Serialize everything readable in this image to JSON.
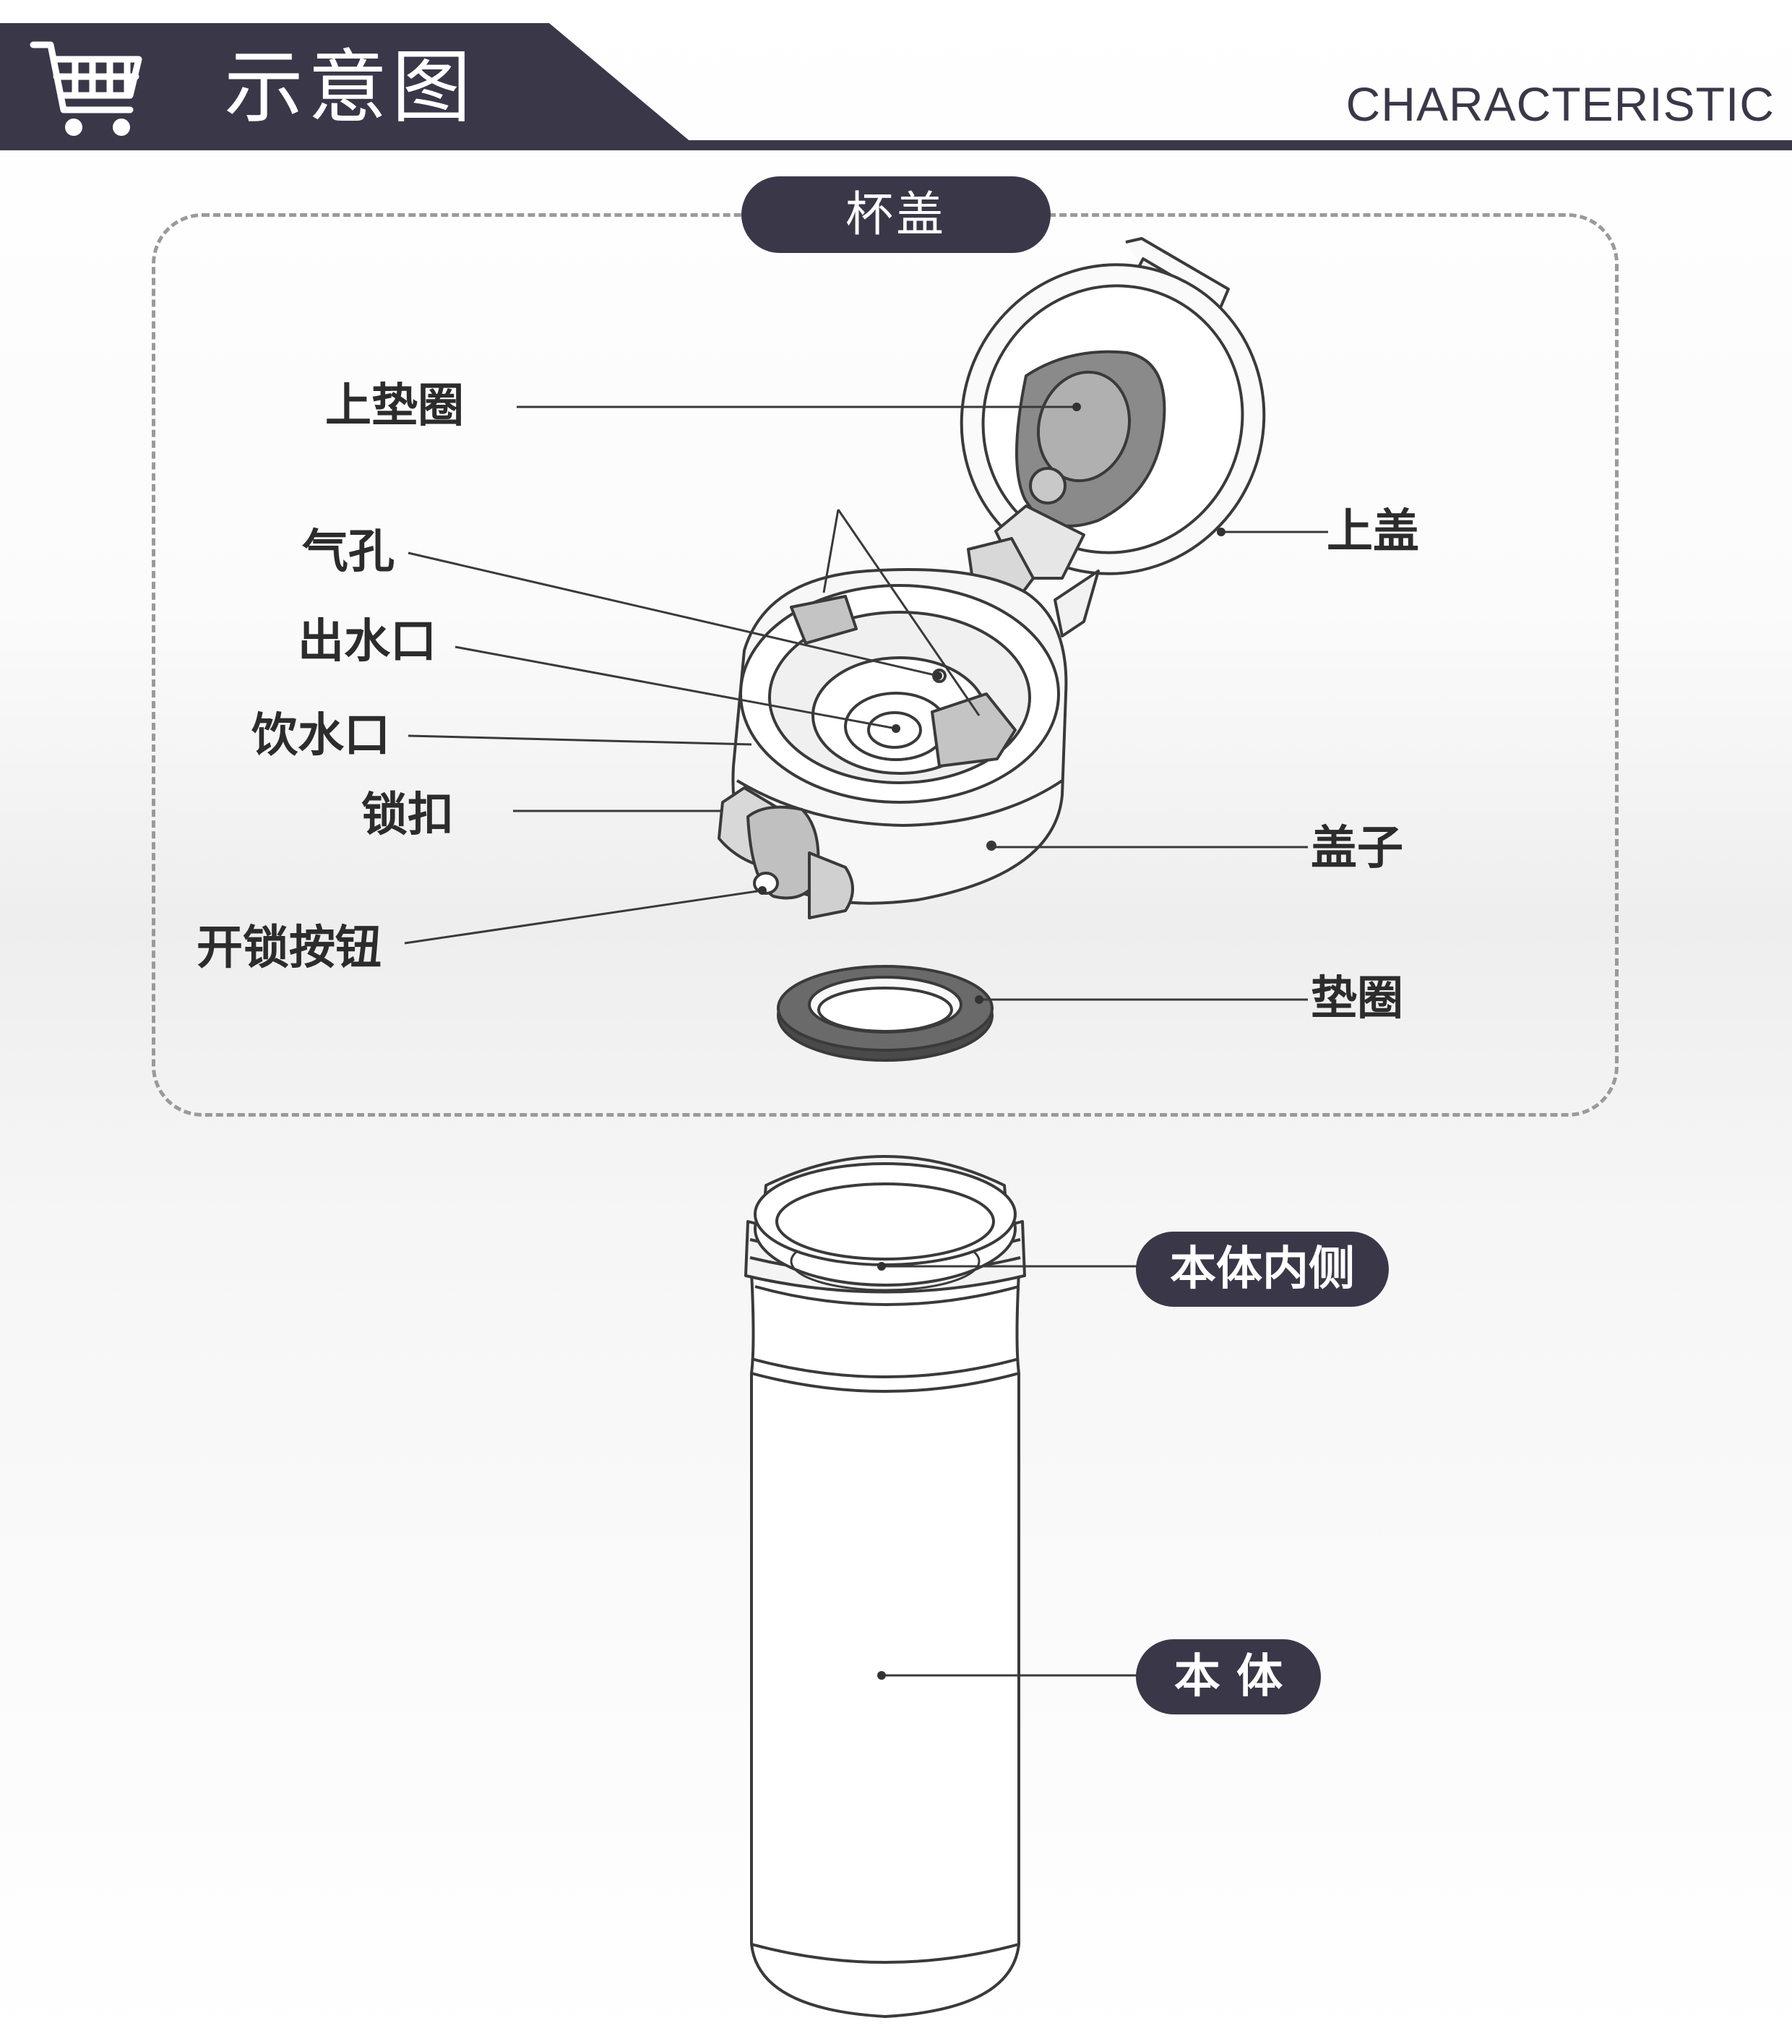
{
  "header": {
    "title": "示意图",
    "subtitle": "CHARACTERISTIC",
    "icon": "shopping-cart-icon",
    "band_color": "#3a3848"
  },
  "lid_section": {
    "title": "杯盖",
    "labels": {
      "upper_gasket": "上垫圈",
      "air_hole": "气孔",
      "water_outlet": "出水口",
      "drinking_spout": "饮水口",
      "lock_clasp": "锁扣",
      "unlock_button": "开锁按钮",
      "upper_lid": "上盖",
      "cap": "盖子",
      "gasket": "垫圈"
    }
  },
  "body_section": {
    "labels": {
      "body_inner": "本体内侧",
      "body": "本 体"
    }
  }
}
